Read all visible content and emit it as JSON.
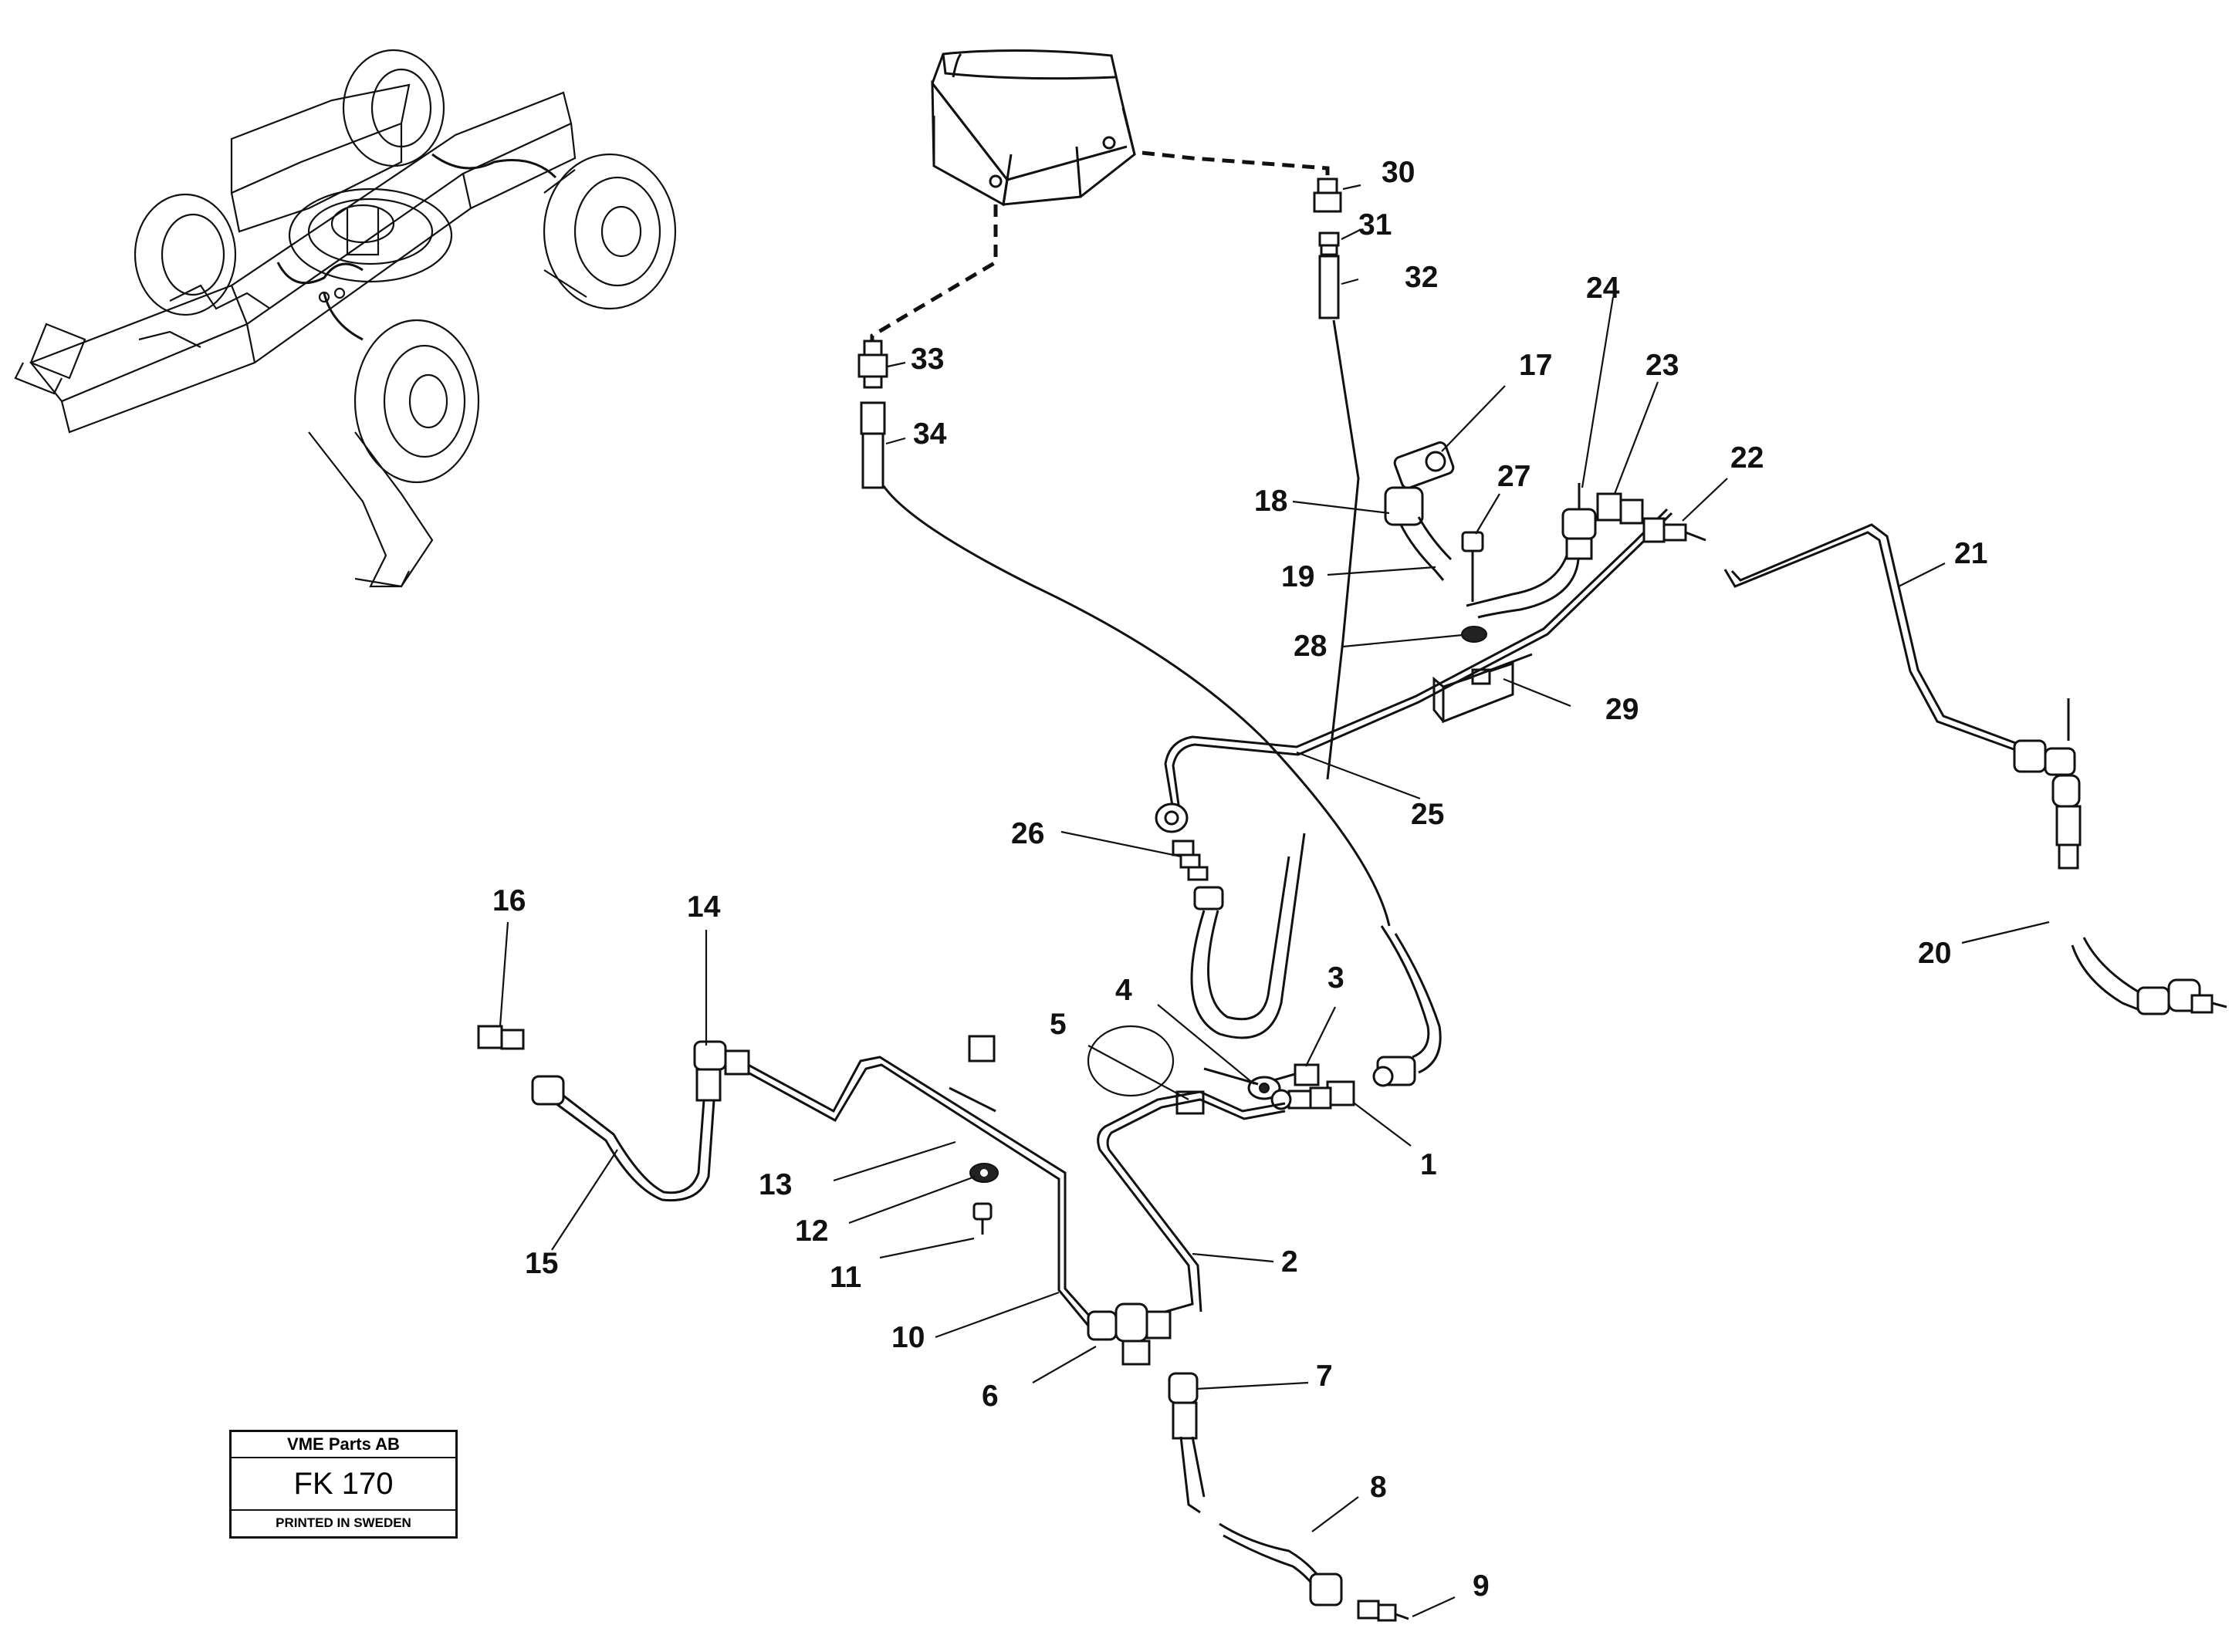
{
  "title_block": {
    "company": "VME Parts AB",
    "code": "FK 170",
    "printed": "PRINTED IN SWEDEN"
  },
  "parts": {
    "p1": "1",
    "p2": "2",
    "p3": "3",
    "p4": "4",
    "p5": "5",
    "p6": "6",
    "p7": "7",
    "p8": "8",
    "p9": "9",
    "p10": "10",
    "p11": "11",
    "p12": "12",
    "p13": "13",
    "p14": "14",
    "p15": "15",
    "p16": "16",
    "p17": "17",
    "p18": "18",
    "p19": "19",
    "p20": "20",
    "p21": "21",
    "p22": "22",
    "p23": "23",
    "p24": "24",
    "p25": "25",
    "p26": "26",
    "p27": "27",
    "p28": "28",
    "p29": "29",
    "p30": "30",
    "p31": "31",
    "p32": "32",
    "p33": "33",
    "p34": "34"
  }
}
